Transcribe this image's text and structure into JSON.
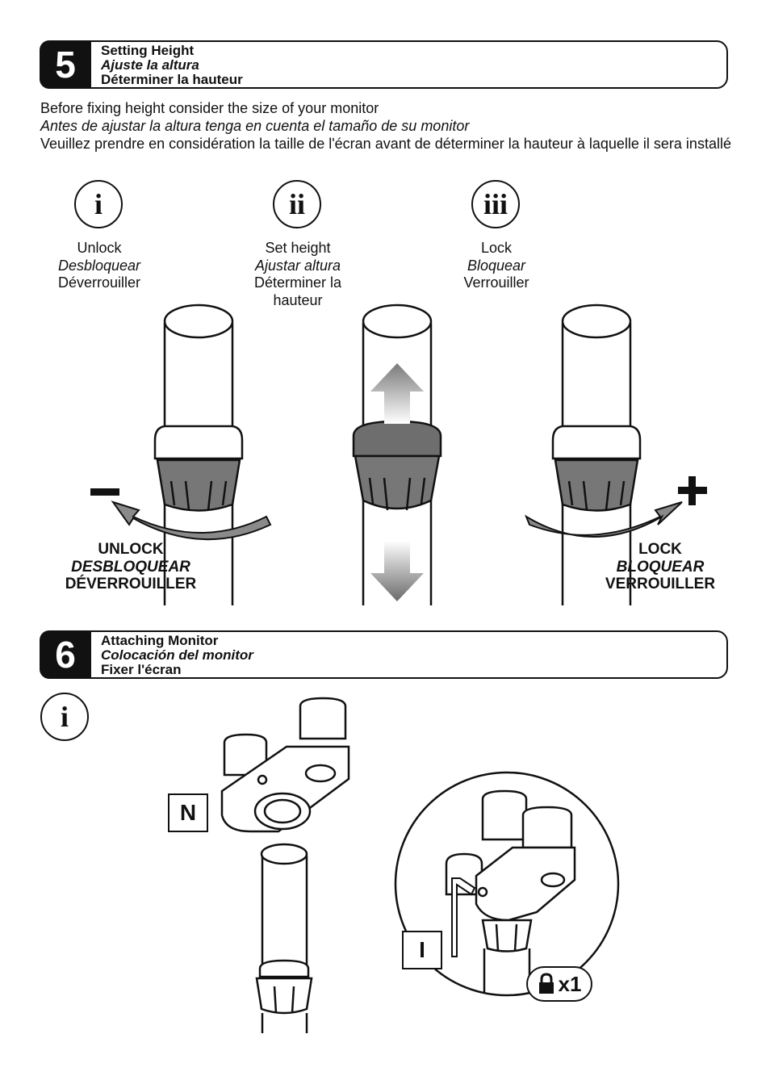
{
  "step5": {
    "number": "5",
    "title_en": "Setting Height",
    "title_es": "Ajuste la altura",
    "title_fr": "Déterminer la hauteur"
  },
  "intro": {
    "en": "Before fixing height consider the size of your monitor",
    "es": "Antes de ajustar la altura tenga en cuenta el tamaño de su monitor",
    "fr": "Veuillez prendre en considération la taille de l'écran avant de déterminer la hauteur à laquelle il sera installé"
  },
  "substeps": [
    {
      "numeral": "i",
      "en": "Unlock",
      "es": "Desbloquear",
      "fr": "Déverrouiller"
    },
    {
      "numeral": "ii",
      "en": "Set height",
      "es": "Ajustar altura",
      "fr": "Déterminer la hauteur"
    },
    {
      "numeral": "iii",
      "en": "Lock",
      "es": "Bloquear",
      "fr": "Verrouiller"
    }
  ],
  "unlock_caption": {
    "sign": "minus",
    "en": "UNLOCK",
    "es": "DESBLOQUEAR",
    "fr": "DÉVERROUILLER"
  },
  "lock_caption": {
    "sign": "plus",
    "en": "LOCK",
    "es": "BLOQUEAR",
    "fr": "VERROUILLER"
  },
  "step6": {
    "number": "6",
    "title_en": "Attaching Monitor",
    "title_es": "Colocación del monitor",
    "title_fr": "Fixer l'écran",
    "substep_numeral": "i",
    "part_label_n": "N",
    "part_label_i": "I",
    "quantity": "x1",
    "quantity_icon": "padlock-icon"
  },
  "colors": {
    "ink": "#111111",
    "collar_gray": "#6e6e6e",
    "arrow_gray": "#8a8a8a"
  }
}
